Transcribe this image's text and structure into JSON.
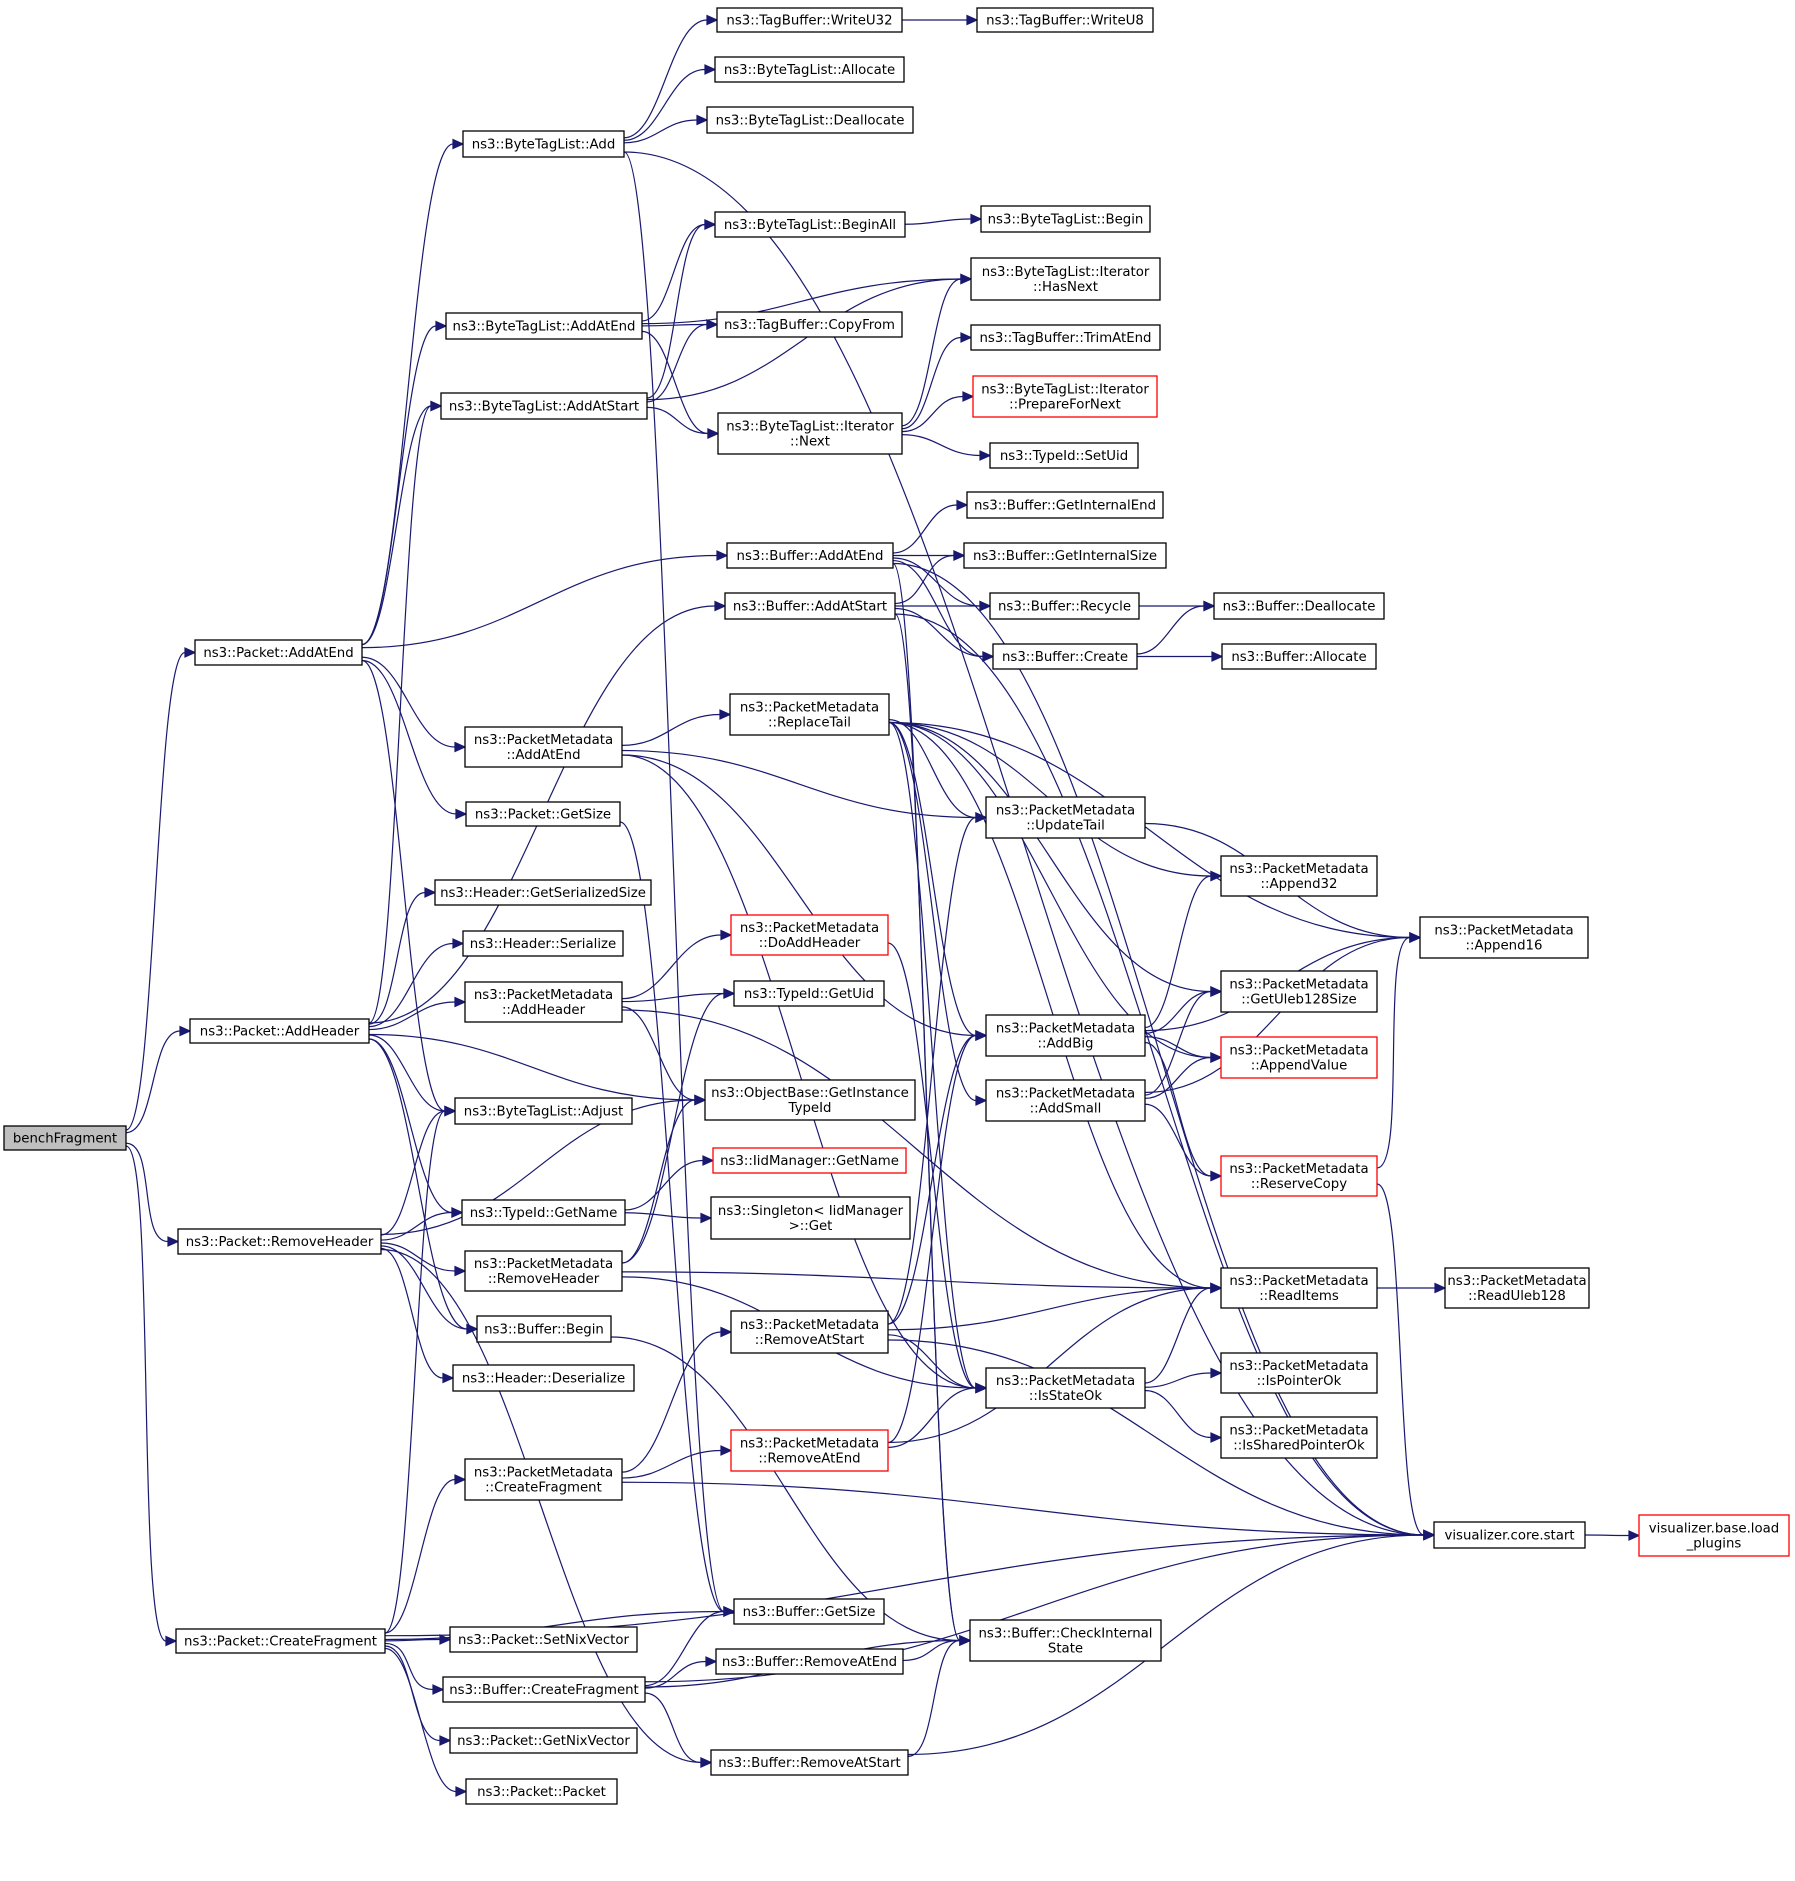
{
  "diagram": {
    "type": "doxygen-call-graph",
    "colors": {
      "edge": "#191970",
      "node_border": "#000000",
      "truncated_border": "#ff0000",
      "root_fill": "#bfbfbf",
      "node_fill": "#ffffff"
    },
    "nodes": [
      {
        "id": "bench",
        "lines": [
          "benchFragment"
        ],
        "root": true
      },
      {
        "id": "pAddAtEnd",
        "lines": [
          "ns3::Packet::AddAtEnd"
        ]
      },
      {
        "id": "pAddHeader",
        "lines": [
          "ns3::Packet::AddHeader"
        ]
      },
      {
        "id": "pRemoveHeader",
        "lines": [
          "ns3::Packet::RemoveHeader"
        ]
      },
      {
        "id": "pCreateFragment",
        "lines": [
          "ns3::Packet::CreateFragment"
        ]
      },
      {
        "id": "btlAdd",
        "lines": [
          "ns3::ByteTagList::Add"
        ]
      },
      {
        "id": "btlAddAtEnd",
        "lines": [
          "ns3::ByteTagList::AddAtEnd"
        ]
      },
      {
        "id": "btlAddAtStart",
        "lines": [
          "ns3::ByteTagList::AddAtStart"
        ]
      },
      {
        "id": "pmAddAtEnd",
        "lines": [
          "ns3::PacketMetadata",
          "::AddAtEnd"
        ]
      },
      {
        "id": "pGetSize",
        "lines": [
          "ns3::Packet::GetSize"
        ]
      },
      {
        "id": "hGetSerSize",
        "lines": [
          "ns3::Header::GetSerializedSize"
        ]
      },
      {
        "id": "hSerialize",
        "lines": [
          "ns3::Header::Serialize"
        ]
      },
      {
        "id": "pmAddHeader",
        "lines": [
          "ns3::PacketMetadata",
          "::AddHeader"
        ]
      },
      {
        "id": "btlAdjust",
        "lines": [
          "ns3::ByteTagList::Adjust"
        ]
      },
      {
        "id": "tidGetName",
        "lines": [
          "ns3::TypeId::GetName"
        ]
      },
      {
        "id": "pmRemoveHeader",
        "lines": [
          "ns3::PacketMetadata",
          "::RemoveHeader"
        ]
      },
      {
        "id": "bBegin",
        "lines": [
          "ns3::Buffer::Begin"
        ]
      },
      {
        "id": "hDeserialize",
        "lines": [
          "ns3::Header::Deserialize"
        ]
      },
      {
        "id": "pmCreateFragment",
        "lines": [
          "ns3::PacketMetadata",
          "::CreateFragment"
        ]
      },
      {
        "id": "pSetNix",
        "lines": [
          "ns3::Packet::SetNixVector"
        ]
      },
      {
        "id": "bCreateFragment",
        "lines": [
          "ns3::Buffer::CreateFragment"
        ]
      },
      {
        "id": "pGetNix",
        "lines": [
          "ns3::Packet::GetNixVector"
        ]
      },
      {
        "id": "pPacket",
        "lines": [
          "ns3::Packet::Packet"
        ]
      },
      {
        "id": "tbWriteU32",
        "lines": [
          "ns3::TagBuffer::WriteU32"
        ]
      },
      {
        "id": "btlAllocate",
        "lines": [
          "ns3::ByteTagList::Allocate"
        ]
      },
      {
        "id": "btlDeallocate",
        "lines": [
          "ns3::ByteTagList::Deallocate"
        ]
      },
      {
        "id": "btlBeginAll",
        "lines": [
          "ns3::ByteTagList::BeginAll"
        ]
      },
      {
        "id": "tbCopyFrom",
        "lines": [
          "ns3::TagBuffer::CopyFrom"
        ]
      },
      {
        "id": "btliNext",
        "lines": [
          "ns3::ByteTagList::Iterator",
          "::Next"
        ]
      },
      {
        "id": "bAddAtEnd",
        "lines": [
          "ns3::Buffer::AddAtEnd"
        ]
      },
      {
        "id": "bAddAtStart",
        "lines": [
          "ns3::Buffer::AddAtStart"
        ]
      },
      {
        "id": "pmReplaceTail",
        "lines": [
          "ns3::PacketMetadata",
          "::ReplaceTail"
        ]
      },
      {
        "id": "pmDoAddHeader",
        "lines": [
          "ns3::PacketMetadata",
          "::DoAddHeader"
        ],
        "truncated": true
      },
      {
        "id": "tidGetUid",
        "lines": [
          "ns3::TypeId::GetUid"
        ]
      },
      {
        "id": "obGetInst",
        "lines": [
          "ns3::ObjectBase::GetInstance",
          "TypeId"
        ]
      },
      {
        "id": "iidGetName",
        "lines": [
          "ns3::IidManager::GetName"
        ],
        "truncated": true
      },
      {
        "id": "singletonGet",
        "lines": [
          "ns3::Singleton< IidManager",
          ">::Get"
        ]
      },
      {
        "id": "pmRemoveAtStart",
        "lines": [
          "ns3::PacketMetadata",
          "::RemoveAtStart"
        ]
      },
      {
        "id": "pmRemoveAtEnd",
        "lines": [
          "ns3::PacketMetadata",
          "::RemoveAtEnd"
        ],
        "truncated": true
      },
      {
        "id": "bGetSize",
        "lines": [
          "ns3::Buffer::GetSize"
        ]
      },
      {
        "id": "bRemoveAtEnd",
        "lines": [
          "ns3::Buffer::RemoveAtEnd"
        ]
      },
      {
        "id": "bRemoveAtStart",
        "lines": [
          "ns3::Buffer::RemoveAtStart"
        ]
      },
      {
        "id": "tbWriteU8",
        "lines": [
          "ns3::TagBuffer::WriteU8"
        ]
      },
      {
        "id": "btlBegin",
        "lines": [
          "ns3::ByteTagList::Begin"
        ]
      },
      {
        "id": "btliHasNext",
        "lines": [
          "ns3::ByteTagList::Iterator",
          "::HasNext"
        ]
      },
      {
        "id": "tbTrimAtEnd",
        "lines": [
          "ns3::TagBuffer::TrimAtEnd"
        ]
      },
      {
        "id": "btliPrepare",
        "lines": [
          "ns3::ByteTagList::Iterator",
          "::PrepareForNext"
        ],
        "truncated": true
      },
      {
        "id": "tidSetUid",
        "lines": [
          "ns3::TypeId::SetUid"
        ]
      },
      {
        "id": "bGetInternalEnd",
        "lines": [
          "ns3::Buffer::GetInternalEnd"
        ]
      },
      {
        "id": "bGetInternalSize",
        "lines": [
          "ns3::Buffer::GetInternalSize"
        ]
      },
      {
        "id": "bRecycle",
        "lines": [
          "ns3::Buffer::Recycle"
        ]
      },
      {
        "id": "bCreate",
        "lines": [
          "ns3::Buffer::Create"
        ]
      },
      {
        "id": "pmUpdateTail",
        "lines": [
          "ns3::PacketMetadata",
          "::UpdateTail"
        ]
      },
      {
        "id": "pmAddBig",
        "lines": [
          "ns3::PacketMetadata",
          "::AddBig"
        ]
      },
      {
        "id": "pmAddSmall",
        "lines": [
          "ns3::PacketMetadata",
          "::AddSmall"
        ]
      },
      {
        "id": "pmIsStateOk",
        "lines": [
          "ns3::PacketMetadata",
          "::IsStateOk"
        ]
      },
      {
        "id": "bCheckState",
        "lines": [
          "ns3::Buffer::CheckInternal",
          "State"
        ]
      },
      {
        "id": "bDeallocate",
        "lines": [
          "ns3::Buffer::Deallocate"
        ]
      },
      {
        "id": "bAllocate",
        "lines": [
          "ns3::Buffer::Allocate"
        ]
      },
      {
        "id": "pmAppend32",
        "lines": [
          "ns3::PacketMetadata",
          "::Append32"
        ]
      },
      {
        "id": "pmGetUleb",
        "lines": [
          "ns3::PacketMetadata",
          "::GetUleb128Size"
        ]
      },
      {
        "id": "pmAppendValue",
        "lines": [
          "ns3::PacketMetadata",
          "::AppendValue"
        ],
        "truncated": true
      },
      {
        "id": "pmReserveCopy",
        "lines": [
          "ns3::PacketMetadata",
          "::ReserveCopy"
        ],
        "truncated": true
      },
      {
        "id": "pmReadItems",
        "lines": [
          "ns3::PacketMetadata",
          "::ReadItems"
        ]
      },
      {
        "id": "pmIsPointerOk",
        "lines": [
          "ns3::PacketMetadata",
          "::IsPointerOk"
        ]
      },
      {
        "id": "pmIsSharedPtrOk",
        "lines": [
          "ns3::PacketMetadata",
          "::IsSharedPointerOk"
        ]
      },
      {
        "id": "vizStart",
        "lines": [
          "visualizer.core.start"
        ]
      },
      {
        "id": "pmAppend16",
        "lines": [
          "ns3::PacketMetadata",
          "::Append16"
        ]
      },
      {
        "id": "pmReadUleb",
        "lines": [
          "ns3::PacketMetadata",
          "::ReadUleb128"
        ]
      },
      {
        "id": "vizLoad",
        "lines": [
          "visualizer.base.load",
          "_plugins"
        ],
        "truncated": true
      }
    ],
    "edges": [
      [
        "bench",
        "pAddAtEnd"
      ],
      [
        "bench",
        "pAddHeader"
      ],
      [
        "bench",
        "pRemoveHeader"
      ],
      [
        "bench",
        "pCreateFragment"
      ],
      [
        "pAddAtEnd",
        "btlAdd"
      ],
      [
        "pAddAtEnd",
        "btlAddAtEnd"
      ],
      [
        "pAddAtEnd",
        "btlAddAtStart"
      ],
      [
        "pAddAtEnd",
        "bAddAtEnd"
      ],
      [
        "pAddAtEnd",
        "pmAddAtEnd"
      ],
      [
        "pAddAtEnd",
        "pGetSize"
      ],
      [
        "pAddAtEnd",
        "btlAdjust"
      ],
      [
        "pAddHeader",
        "btlAddAtStart"
      ],
      [
        "pAddHeader",
        "bAddAtStart"
      ],
      [
        "pAddHeader",
        "hGetSerSize"
      ],
      [
        "pAddHeader",
        "hSerialize"
      ],
      [
        "pAddHeader",
        "pmAddHeader"
      ],
      [
        "pAddHeader",
        "btlAdjust"
      ],
      [
        "pAddHeader",
        "obGetInst"
      ],
      [
        "pAddHeader",
        "tidGetName"
      ],
      [
        "pAddHeader",
        "bBegin"
      ],
      [
        "pRemoveHeader",
        "btlAdjust"
      ],
      [
        "pRemoveHeader",
        "obGetInst"
      ],
      [
        "pRemoveHeader",
        "tidGetName"
      ],
      [
        "pRemoveHeader",
        "pmRemoveHeader"
      ],
      [
        "pRemoveHeader",
        "bBegin"
      ],
      [
        "pRemoveHeader",
        "hDeserialize"
      ],
      [
        "pRemoveHeader",
        "bRemoveAtStart"
      ],
      [
        "pCreateFragment",
        "btlAdjust"
      ],
      [
        "pCreateFragment",
        "pmCreateFragment"
      ],
      [
        "pCreateFragment",
        "bGetSize"
      ],
      [
        "pCreateFragment",
        "pSetNix"
      ],
      [
        "pCreateFragment",
        "bCreateFragment"
      ],
      [
        "pCreateFragment",
        "pGetNix"
      ],
      [
        "pCreateFragment",
        "pPacket"
      ],
      [
        "pCreateFragment",
        "vizStart"
      ],
      [
        "btlAdd",
        "tbWriteU32"
      ],
      [
        "btlAdd",
        "btlAllocate"
      ],
      [
        "btlAdd",
        "btlDeallocate"
      ],
      [
        "btlAdd",
        "vizStart"
      ],
      [
        "btlAdd",
        "bGetSize"
      ],
      [
        "tbWriteU32",
        "tbWriteU8"
      ],
      [
        "btlAddAtEnd",
        "btlBeginAll"
      ],
      [
        "btlAddAtEnd",
        "btliHasNext"
      ],
      [
        "btlAddAtEnd",
        "tbCopyFrom"
      ],
      [
        "btlAddAtEnd",
        "btliNext"
      ],
      [
        "btlAddAtStart",
        "btlBeginAll"
      ],
      [
        "btlAddAtStart",
        "tbCopyFrom"
      ],
      [
        "btlAddAtStart",
        "btliNext"
      ],
      [
        "btlAddAtStart",
        "btliHasNext"
      ],
      [
        "btlBeginAll",
        "btlBegin"
      ],
      [
        "btliNext",
        "tbTrimAtEnd"
      ],
      [
        "btliNext",
        "btliPrepare"
      ],
      [
        "btliNext",
        "tidSetUid"
      ],
      [
        "btliNext",
        "btliHasNext"
      ],
      [
        "bAddAtEnd",
        "bGetInternalEnd"
      ],
      [
        "bAddAtEnd",
        "bGetInternalSize"
      ],
      [
        "bAddAtEnd",
        "bRecycle"
      ],
      [
        "bAddAtEnd",
        "bCreate"
      ],
      [
        "bAddAtEnd",
        "bCheckState"
      ],
      [
        "bAddAtEnd",
        "vizStart"
      ],
      [
        "bAddAtStart",
        "bGetInternalSize"
      ],
      [
        "bAddAtStart",
        "bRecycle"
      ],
      [
        "bAddAtStart",
        "bCreate"
      ],
      [
        "bAddAtStart",
        "bCheckState"
      ],
      [
        "bAddAtStart",
        "vizStart"
      ],
      [
        "bRecycle",
        "bDeallocate"
      ],
      [
        "bCreate",
        "bDeallocate"
      ],
      [
        "bCreate",
        "bAllocate"
      ],
      [
        "pmAddAtEnd",
        "pmReplaceTail"
      ],
      [
        "pmAddAtEnd",
        "pmAddBig"
      ],
      [
        "pmAddAtEnd",
        "pmIsStateOk"
      ],
      [
        "pmAddAtEnd",
        "pmUpdateTail"
      ],
      [
        "pmReplaceTail",
        "pmUpdateTail"
      ],
      [
        "pmReplaceTail",
        "pmAppend32"
      ],
      [
        "pmReplaceTail",
        "pmAppend16"
      ],
      [
        "pmReplaceTail",
        "pmGetUleb"
      ],
      [
        "pmReplaceTail",
        "pmAppendValue"
      ],
      [
        "pmReplaceTail",
        "pmAddBig"
      ],
      [
        "pmReplaceTail",
        "pmAddSmall"
      ],
      [
        "pmReplaceTail",
        "pmIsStateOk"
      ],
      [
        "pmReplaceTail",
        "pmReadItems"
      ],
      [
        "pmUpdateTail",
        "pmAppend16"
      ],
      [
        "pGetSize",
        "bGetSize"
      ],
      [
        "pmAddHeader",
        "pmDoAddHeader"
      ],
      [
        "pmAddHeader",
        "tidGetUid"
      ],
      [
        "pmAddHeader",
        "obGetInst"
      ],
      [
        "pmAddHeader",
        "pmReadItems"
      ],
      [
        "pmDoAddHeader",
        "pmIsStateOk"
      ],
      [
        "tidGetName",
        "iidGetName"
      ],
      [
        "tidGetName",
        "singletonGet"
      ],
      [
        "pmRemoveHeader",
        "tidGetUid"
      ],
      [
        "pmRemoveHeader",
        "obGetInst"
      ],
      [
        "pmRemoveHeader",
        "pmReadItems"
      ],
      [
        "pmRemoveHeader",
        "pmIsStateOk"
      ],
      [
        "bBegin",
        "bCheckState"
      ],
      [
        "pmCreateFragment",
        "pmRemoveAtStart"
      ],
      [
        "pmCreateFragment",
        "pmRemoveAtEnd"
      ],
      [
        "pmCreateFragment",
        "vizStart"
      ],
      [
        "pmRemoveAtStart",
        "pmUpdateTail"
      ],
      [
        "pmRemoveAtStart",
        "pmAddBig"
      ],
      [
        "pmRemoveAtStart",
        "pmReadItems"
      ],
      [
        "pmRemoveAtStart",
        "pmIsStateOk"
      ],
      [
        "pmRemoveAtStart",
        "vizStart"
      ],
      [
        "pmRemoveAtEnd",
        "pmAddBig"
      ],
      [
        "pmRemoveAtEnd",
        "pmIsStateOk"
      ],
      [
        "pmRemoveAtEnd",
        "pmReadItems"
      ],
      [
        "bCreateFragment",
        "bGetSize"
      ],
      [
        "bCreateFragment",
        "bRemoveAtEnd"
      ],
      [
        "bCreateFragment",
        "bCheckState"
      ],
      [
        "bCreateFragment",
        "bRemoveAtStart"
      ],
      [
        "bCreateFragment",
        "vizStart"
      ],
      [
        "bRemoveAtEnd",
        "bCheckState"
      ],
      [
        "bRemoveAtStart",
        "bCheckState"
      ],
      [
        "bRemoveAtStart",
        "vizStart"
      ],
      [
        "pmAddBig",
        "pmAppend32"
      ],
      [
        "pmAddBig",
        "pmAppend16"
      ],
      [
        "pmAddBig",
        "pmGetUleb"
      ],
      [
        "pmAddBig",
        "pmAppendValue"
      ],
      [
        "pmAddBig",
        "pmReserveCopy"
      ],
      [
        "pmAddSmall",
        "pmGetUleb"
      ],
      [
        "pmAddSmall",
        "pmAppendValue"
      ],
      [
        "pmAddSmall",
        "pmReserveCopy"
      ],
      [
        "pmAddSmall",
        "pmAppend16"
      ],
      [
        "pmReserveCopy",
        "pmAppend16"
      ],
      [
        "pmReserveCopy",
        "vizStart"
      ],
      [
        "pmIsStateOk",
        "pmReadItems"
      ],
      [
        "pmIsStateOk",
        "pmIsPointerOk"
      ],
      [
        "pmIsStateOk",
        "pmIsSharedPtrOk"
      ],
      [
        "pmReadItems",
        "pmReadUleb"
      ],
      [
        "vizStart",
        "vizLoad"
      ]
    ]
  }
}
